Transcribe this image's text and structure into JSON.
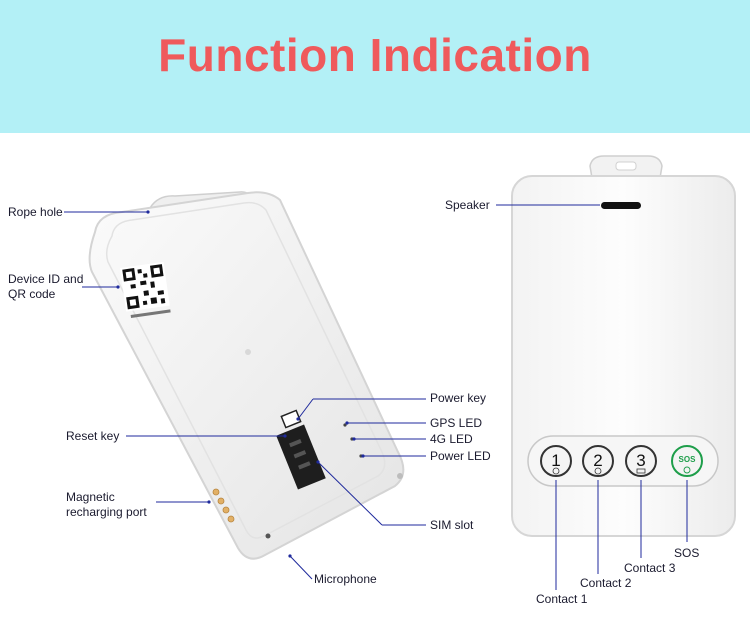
{
  "header": {
    "title": "Function Indication"
  },
  "back_device": {
    "labels": {
      "rope_hole": "Rope hole",
      "device_id": "Device ID and QR code",
      "reset_key": "Reset key",
      "magnetic_port": "Magnetic recharging port",
      "microphone": "Microphone",
      "power_key": "Power key",
      "gps_led": "GPS LED",
      "led_4g": "4G LED",
      "power_led": "Power LED",
      "sim_slot": "SIM slot"
    }
  },
  "front_device": {
    "labels": {
      "speaker": "Speaker",
      "contact_1": "Contact 1",
      "contact_2": "Contact 2",
      "contact_3": "Contact 3",
      "sos": "SOS"
    },
    "buttons": [
      {
        "number": "1"
      },
      {
        "number": "2"
      },
      {
        "number": "3"
      },
      {
        "number": "SOS"
      }
    ]
  },
  "colors": {
    "title": "#ef5a5c",
    "banner": "#b3f0f6",
    "leader_line": "#1f2a9c",
    "sos_green": "#1e9e4a"
  }
}
